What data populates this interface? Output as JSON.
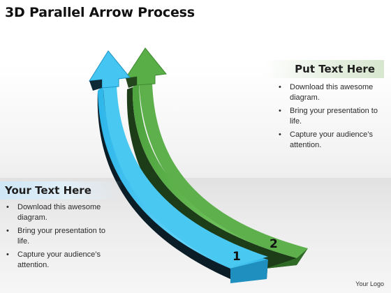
{
  "title": "3D Parallel Arrow Process",
  "right_panel": {
    "heading": "Put Text Here",
    "bullets": [
      "Download this awesome diagram.",
      "Bring your presentation to life.",
      "Capture your audience’s attention."
    ]
  },
  "left_panel": {
    "heading": "Your Text Here",
    "bullets": [
      "Download this awesome diagram.",
      "Bring your presentation to life.",
      "Capture your audience’s attention."
    ]
  },
  "arrows": [
    {
      "label": "1",
      "color": "#3fc2f0",
      "side_color": "#1f7fa8"
    },
    {
      "label": "2",
      "color": "#5cb04a",
      "side_color": "#3a7f30"
    }
  ],
  "logo": "Your Logo"
}
